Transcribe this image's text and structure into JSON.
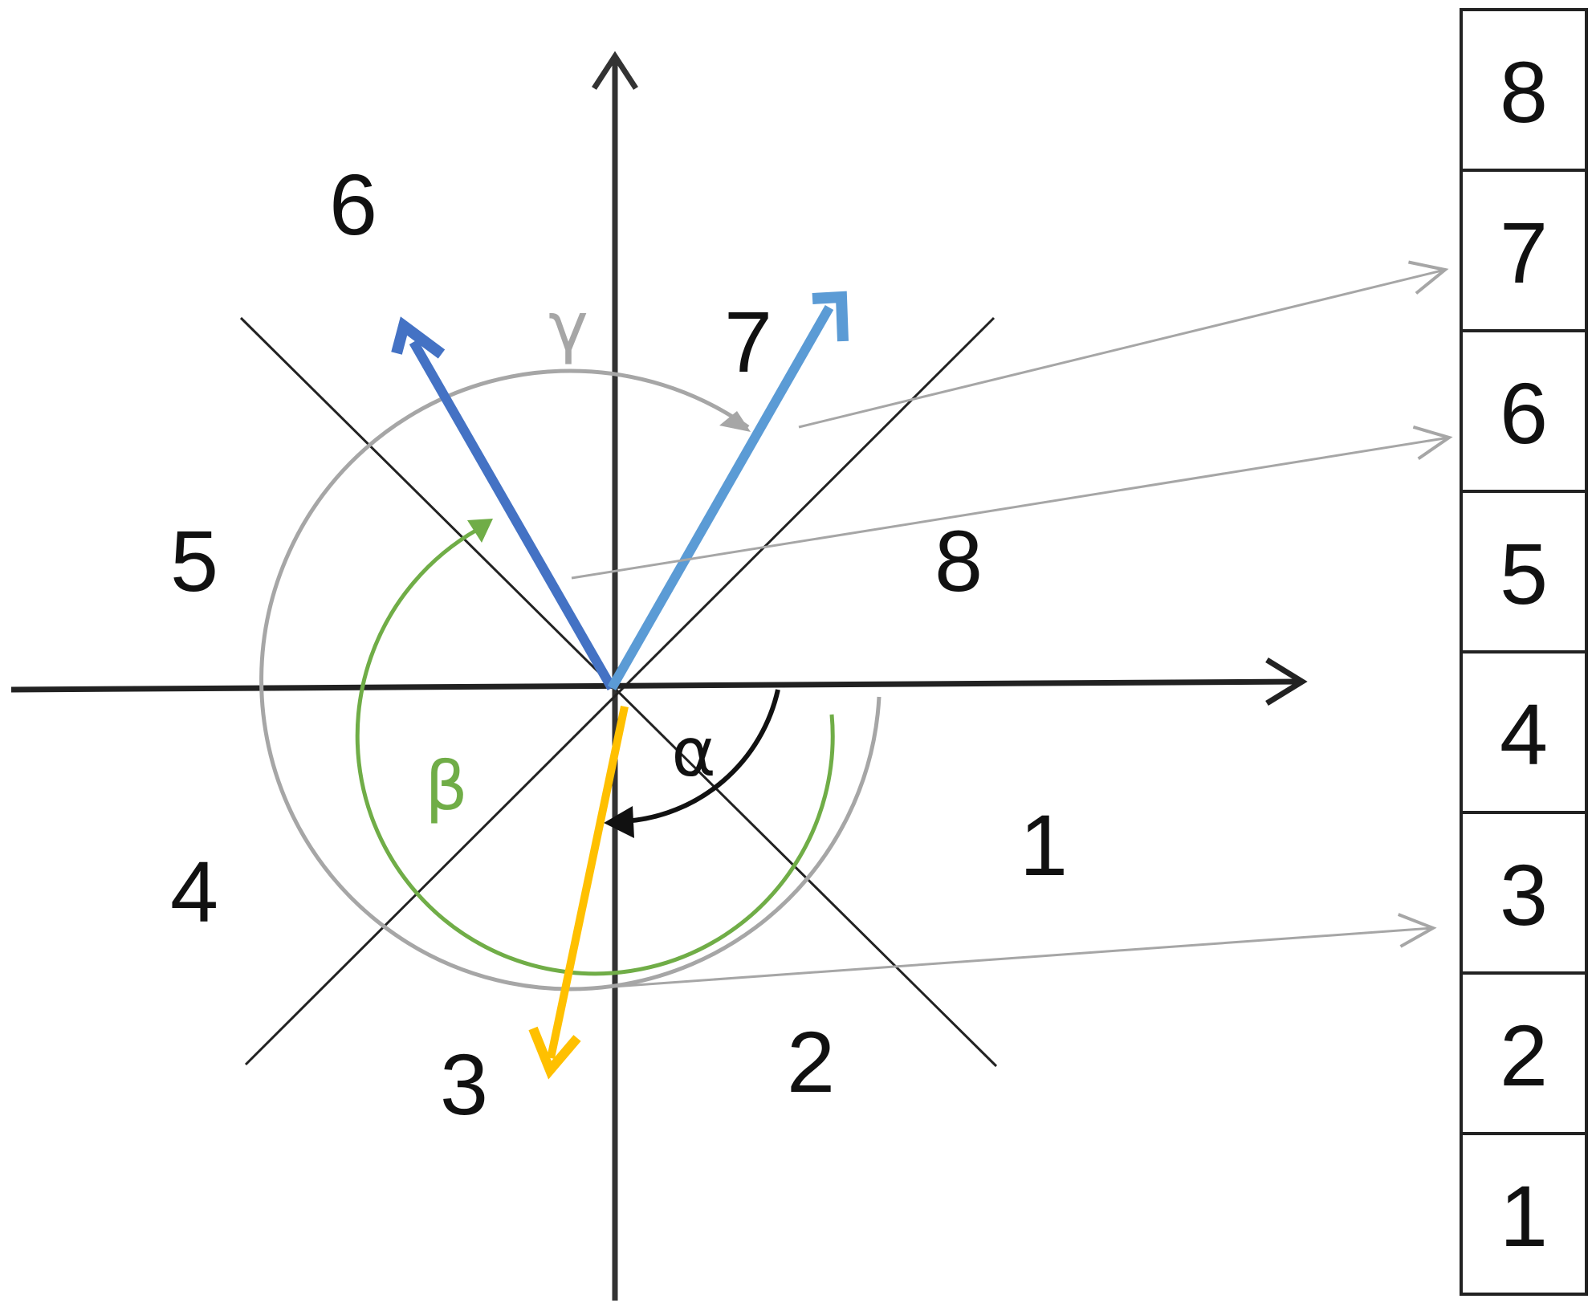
{
  "sectors": [
    {
      "id": "1",
      "label": "1"
    },
    {
      "id": "2",
      "label": "2"
    },
    {
      "id": "3",
      "label": "3"
    },
    {
      "id": "4",
      "label": "4"
    },
    {
      "id": "5",
      "label": "5"
    },
    {
      "id": "6",
      "label": "6"
    },
    {
      "id": "7",
      "label": "7"
    },
    {
      "id": "8",
      "label": "8"
    }
  ],
  "bins": [
    "8",
    "7",
    "6",
    "5",
    "4",
    "3",
    "2",
    "1"
  ],
  "angles": {
    "alpha": {
      "label": "α",
      "color": "#111111"
    },
    "beta": {
      "label": "β",
      "color": "#70ad47"
    },
    "gamma": {
      "label": "γ",
      "color": "#a6a6a6"
    }
  },
  "vectors": {
    "dark_blue": {
      "color": "#4472c4"
    },
    "light_blue": {
      "color": "#5b9bd5"
    },
    "orange": {
      "color": "#ffc000"
    }
  },
  "colors": {
    "axis": "#222222",
    "sector_line": "#222222",
    "connector": "#a6a6a6",
    "bin_border": "#222222"
  }
}
